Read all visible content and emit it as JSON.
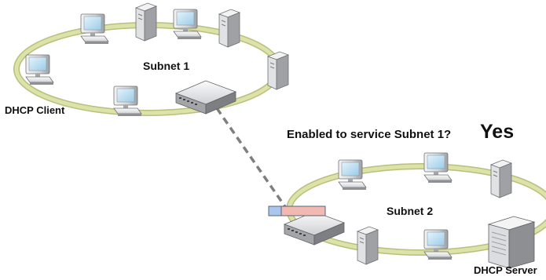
{
  "labels": {
    "subnet1": "Subnet 1",
    "subnet2": "Subnet 2",
    "client": "DHCP Client",
    "server": "DHCP Server",
    "question": "Enabled to service Subnet 1?",
    "answer": "Yes"
  },
  "colors": {
    "ring": "#d6dba0",
    "ring_edge": "#b9bf7c",
    "monitor_screen": "#bfe1f5",
    "device_body": "#d9dadc",
    "link": "#808080",
    "relay_agent_left": "#a9c6ee",
    "relay_agent_right": "#f2b9b2"
  },
  "icons": [
    "pc-icon",
    "server-icon",
    "router-icon",
    "dhcp-server-icon",
    "relay-agent-icon"
  ]
}
